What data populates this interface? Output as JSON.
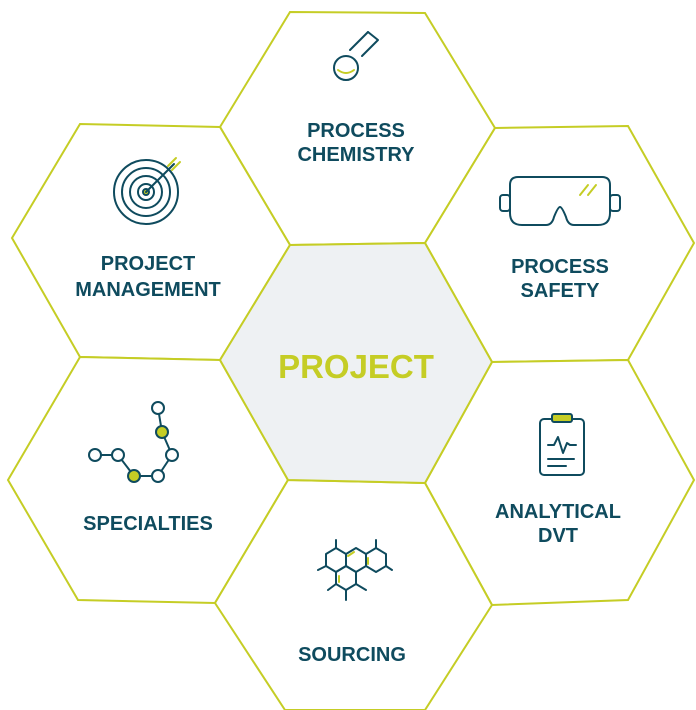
{
  "center": {
    "label": "PROJECT"
  },
  "cells": {
    "process_chemistry": {
      "lines": [
        "PROCESS",
        "CHEMISTRY"
      ],
      "icon": "flask-icon"
    },
    "process_safety": {
      "lines": [
        "PROCESS",
        "SAFETY"
      ],
      "icon": "safety-goggles-icon"
    },
    "analytical_dvt": {
      "lines": [
        "ANALYTICAL",
        "DVT"
      ],
      "icon": "clipboard-icon"
    },
    "sourcing": {
      "lines": [
        "SOURCING"
      ],
      "icon": "molecule-icon"
    },
    "specialties": {
      "lines": [
        "SPECIALTIES"
      ],
      "icon": "chain-icon"
    },
    "project_management": {
      "lines": [
        "PROJECT",
        "MANAGEMENT"
      ],
      "icon": "target-icon"
    }
  },
  "colors": {
    "accent": "#c5cd25",
    "text": "#0f4b5e",
    "center_fill": "#eef1f3"
  }
}
